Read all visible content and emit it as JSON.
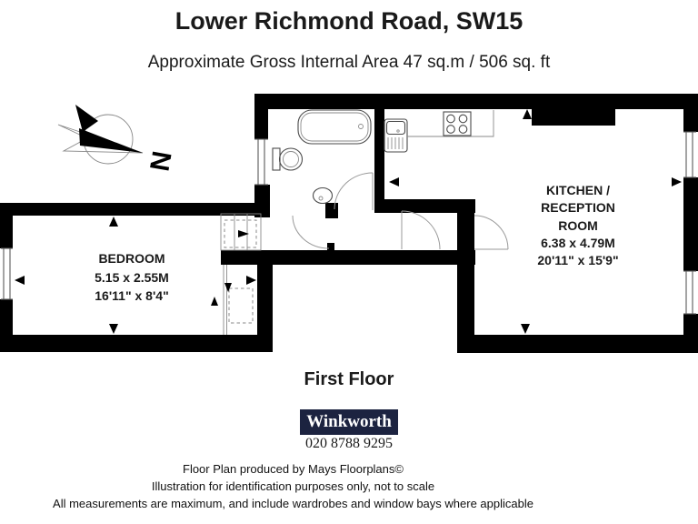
{
  "header": {
    "title": "Lower Richmond Road, SW15",
    "subtitle": "Approximate Gross Internal Area 47 sq.m / 506 sq. ft"
  },
  "compass": {
    "label": "N"
  },
  "rooms": {
    "bedroom": {
      "name": "BEDROOM",
      "metric": "5.15 x 2.55M",
      "imperial": "16'11\" x 8'4\""
    },
    "kitchen": {
      "line1": "KITCHEN /",
      "line2": "RECEPTION",
      "line3": "ROOM",
      "metric": "6.38 x 4.79M",
      "imperial": "20'11\" x 15'9\""
    }
  },
  "floor": {
    "label": "First Floor"
  },
  "agency": {
    "name": "Winkworth",
    "phone": "020 8788 9295",
    "brand_color": "#1c2340"
  },
  "footer": {
    "line1": "Floor Plan produced by Mays Floorplans©",
    "line2": "Illustration for identification purposes only, not to scale",
    "line3": "All measurements are maximum, and include wardrobes and window bays where applicable"
  },
  "colors": {
    "wall": "#000000",
    "door_arc": "#9a9a9a"
  }
}
